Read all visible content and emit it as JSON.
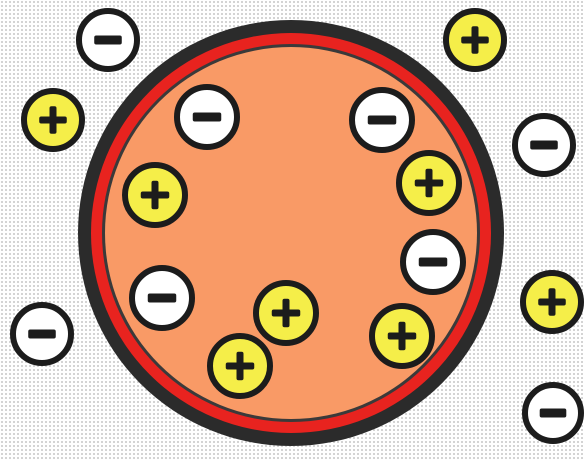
{
  "colors": {
    "cell_fill": "#f99a66",
    "membrane_outer": "#2b2b2b",
    "membrane_band": "#e8231f",
    "membrane_inner": "#3a3a3a",
    "positive_ion_fill": "#f5ee49",
    "negative_ion_fill": "#ffffff",
    "ion_outline": "#1c1c1c",
    "background_dots": "#c9c9c9"
  },
  "ion_icons": {
    "positive": "plus-in-circle",
    "negative": "minus-in-circle"
  },
  "counts": {
    "inside_positive": 5,
    "inside_negative": 4,
    "outside_positive": 3,
    "outside_negative": 4
  }
}
